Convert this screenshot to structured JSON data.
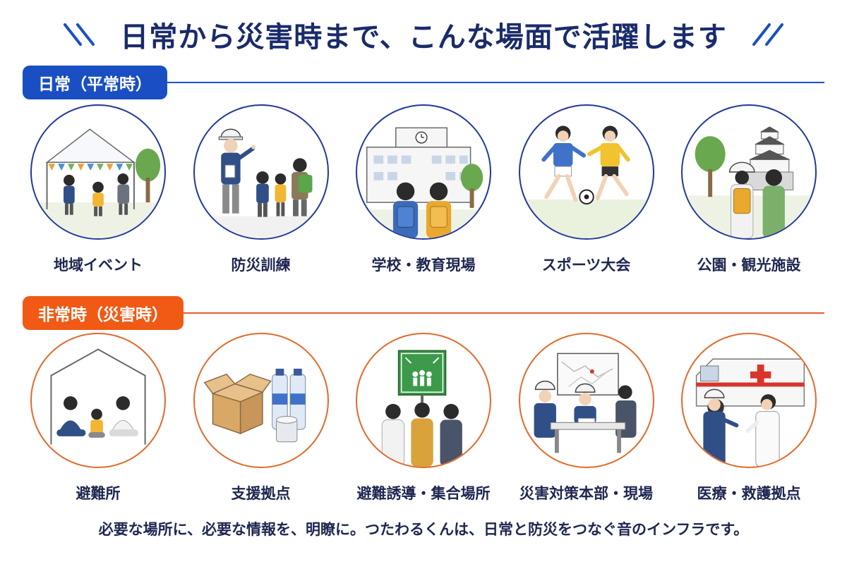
{
  "title": "日常から災害時まで、こんな場面で活躍します",
  "colors": {
    "navy": "#1a2b6b",
    "blue": "#1a4fc4",
    "orange": "#f05a14"
  },
  "sections": {
    "normal": {
      "label": "日常（平常時）",
      "items": [
        {
          "label": "地域イベント",
          "icon": "event-tent-icon"
        },
        {
          "label": "防災訓練",
          "icon": "drill-instructor-icon"
        },
        {
          "label": "学校・教育現場",
          "icon": "school-icon"
        },
        {
          "label": "スポーツ大会",
          "icon": "soccer-icon"
        },
        {
          "label": "公園・観光施設",
          "icon": "park-castle-icon"
        }
      ]
    },
    "emergency": {
      "label": "非常時（災害時）",
      "items": [
        {
          "label": "避難所",
          "icon": "shelter-icon"
        },
        {
          "label": "支援拠点",
          "icon": "supplies-icon"
        },
        {
          "label": "避難誘導・集合場所",
          "icon": "assembly-point-icon"
        },
        {
          "label": "災害対策本部・現場",
          "icon": "command-center-icon"
        },
        {
          "label": "医療・救護拠点",
          "icon": "ambulance-icon"
        }
      ]
    }
  },
  "footer": "必要な場所に、必要な情報を、明瞭に。つたわるくんは、日常と防災をつなぐ音のインフラです。"
}
